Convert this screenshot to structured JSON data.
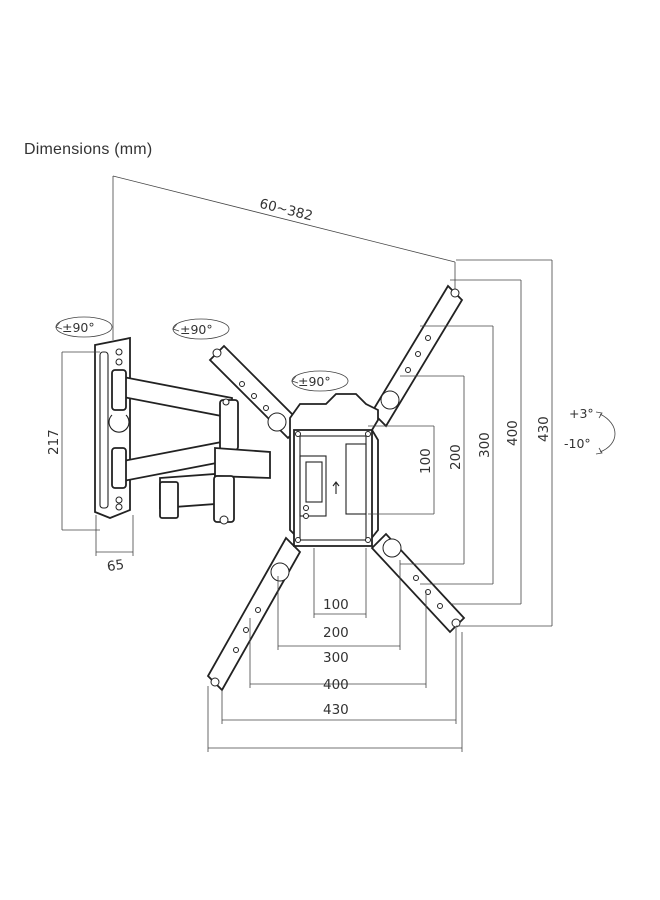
{
  "title": "Dimensions (mm)",
  "labels": {
    "arm_extension": "60~382",
    "wall_height": "217",
    "wall_depth": "65",
    "h100": "100",
    "h200": "200",
    "h300": "300",
    "h400": "400",
    "h430": "430",
    "v100": "100",
    "v200": "200",
    "v300": "300",
    "v400": "400",
    "v430": "430",
    "rot_wall": "±90°",
    "rot_arm": "±90°",
    "rot_head": "±90°",
    "tilt_up": "+3°",
    "tilt_down": "-10°"
  },
  "colors": {
    "line": "#222222",
    "text": "#333333",
    "background": "#ffffff"
  }
}
